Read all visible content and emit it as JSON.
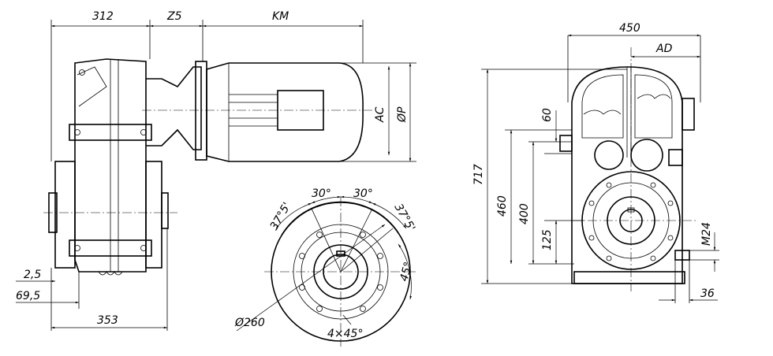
{
  "side_view": {
    "dims": {
      "width_312": "312",
      "z5": "Z5",
      "km": "KM",
      "ac": "AC",
      "phi_p": "ØP",
      "offset_2_5": "2,5",
      "offset_69_5": "69,5",
      "length_353": "353"
    }
  },
  "flange_view": {
    "dims": {
      "angle_left_30": "30°",
      "angle_right_30": "30°",
      "angle_left_37": "37°5'",
      "angle_right_37": "37°5'",
      "angle_45": "45°",
      "diameter_260": "Ø260",
      "chamfer": "4×45°"
    }
  },
  "end_view": {
    "dims": {
      "width_450": "450",
      "ad": "AD",
      "h60": "60",
      "h717": "717",
      "h460": "460",
      "h400": "400",
      "h125": "125",
      "thread": "M24",
      "w36": "36"
    }
  }
}
